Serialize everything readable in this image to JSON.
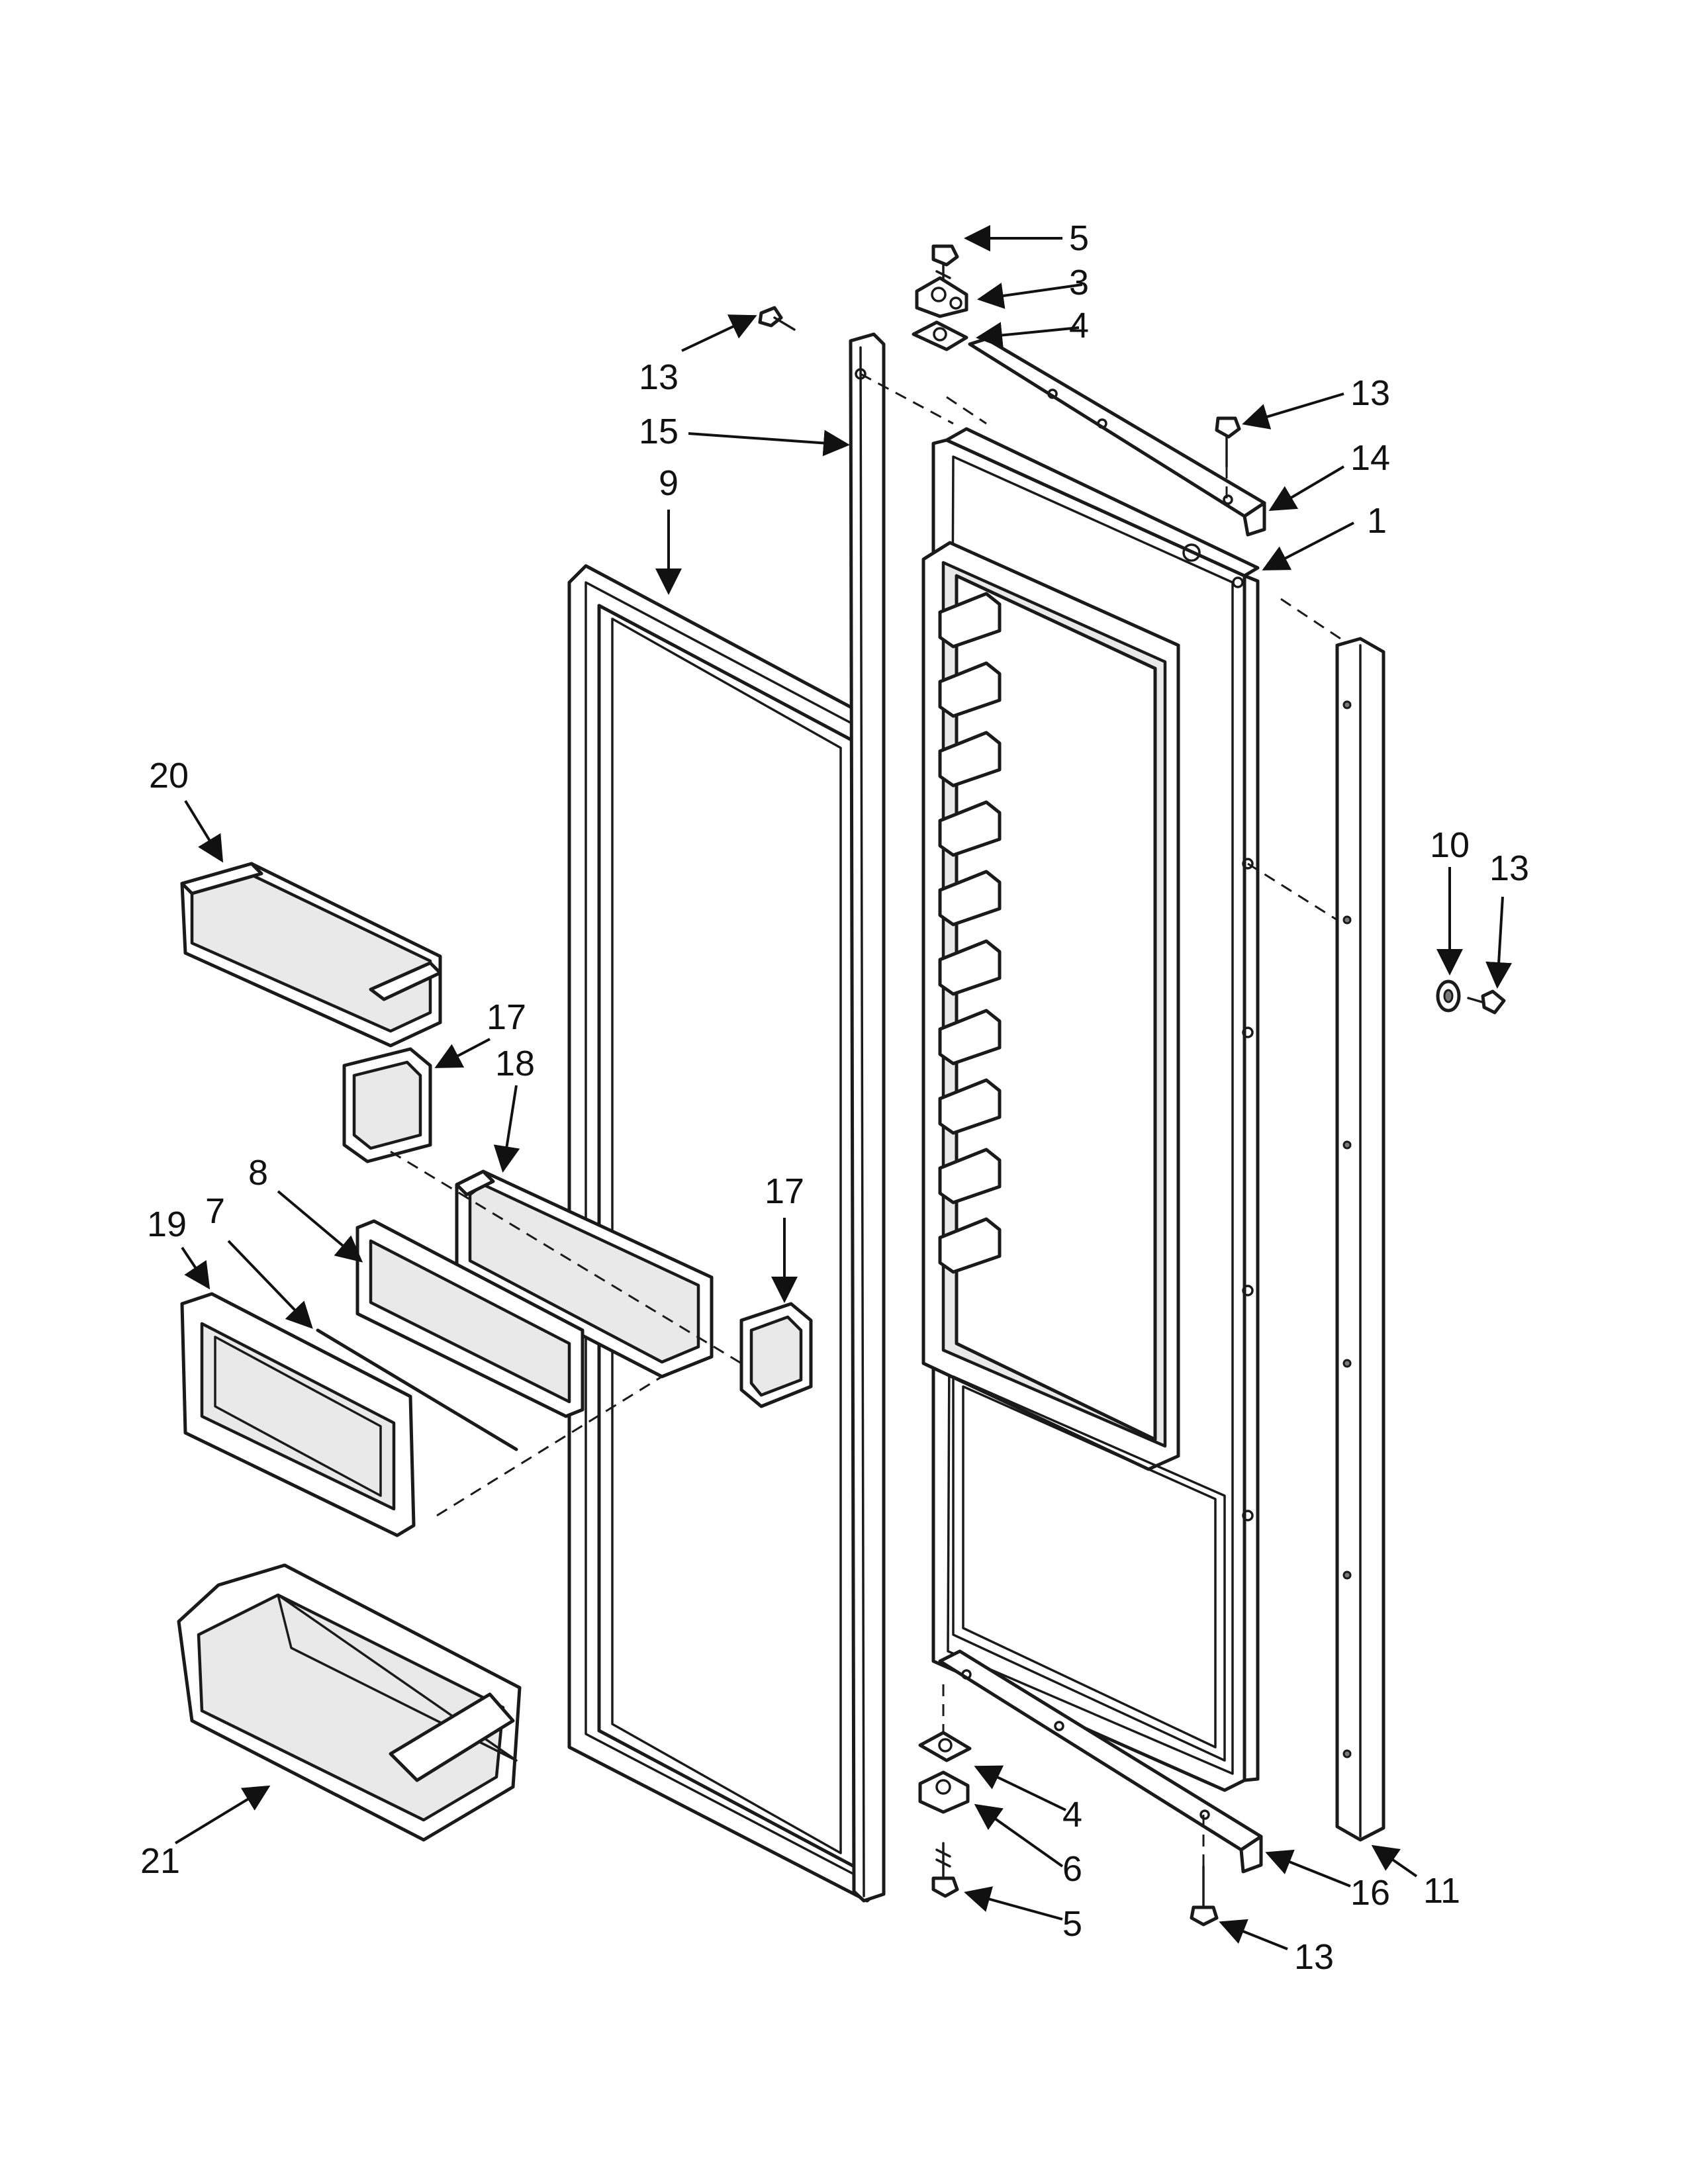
{
  "callouts": [
    {
      "label": "1"
    },
    {
      "label": "3"
    },
    {
      "label": "4"
    },
    {
      "label": "4"
    },
    {
      "label": "5"
    },
    {
      "label": "5"
    },
    {
      "label": "6"
    },
    {
      "label": "7"
    },
    {
      "label": "8"
    },
    {
      "label": "9"
    },
    {
      "label": "10"
    },
    {
      "label": "11"
    },
    {
      "label": "13"
    },
    {
      "label": "13"
    },
    {
      "label": "13"
    },
    {
      "label": "13"
    },
    {
      "label": "14"
    },
    {
      "label": "15"
    },
    {
      "label": "16"
    },
    {
      "label": "17"
    },
    {
      "label": "17"
    },
    {
      "label": "18"
    },
    {
      "label": "19"
    },
    {
      "label": "20"
    },
    {
      "label": "21"
    }
  ]
}
